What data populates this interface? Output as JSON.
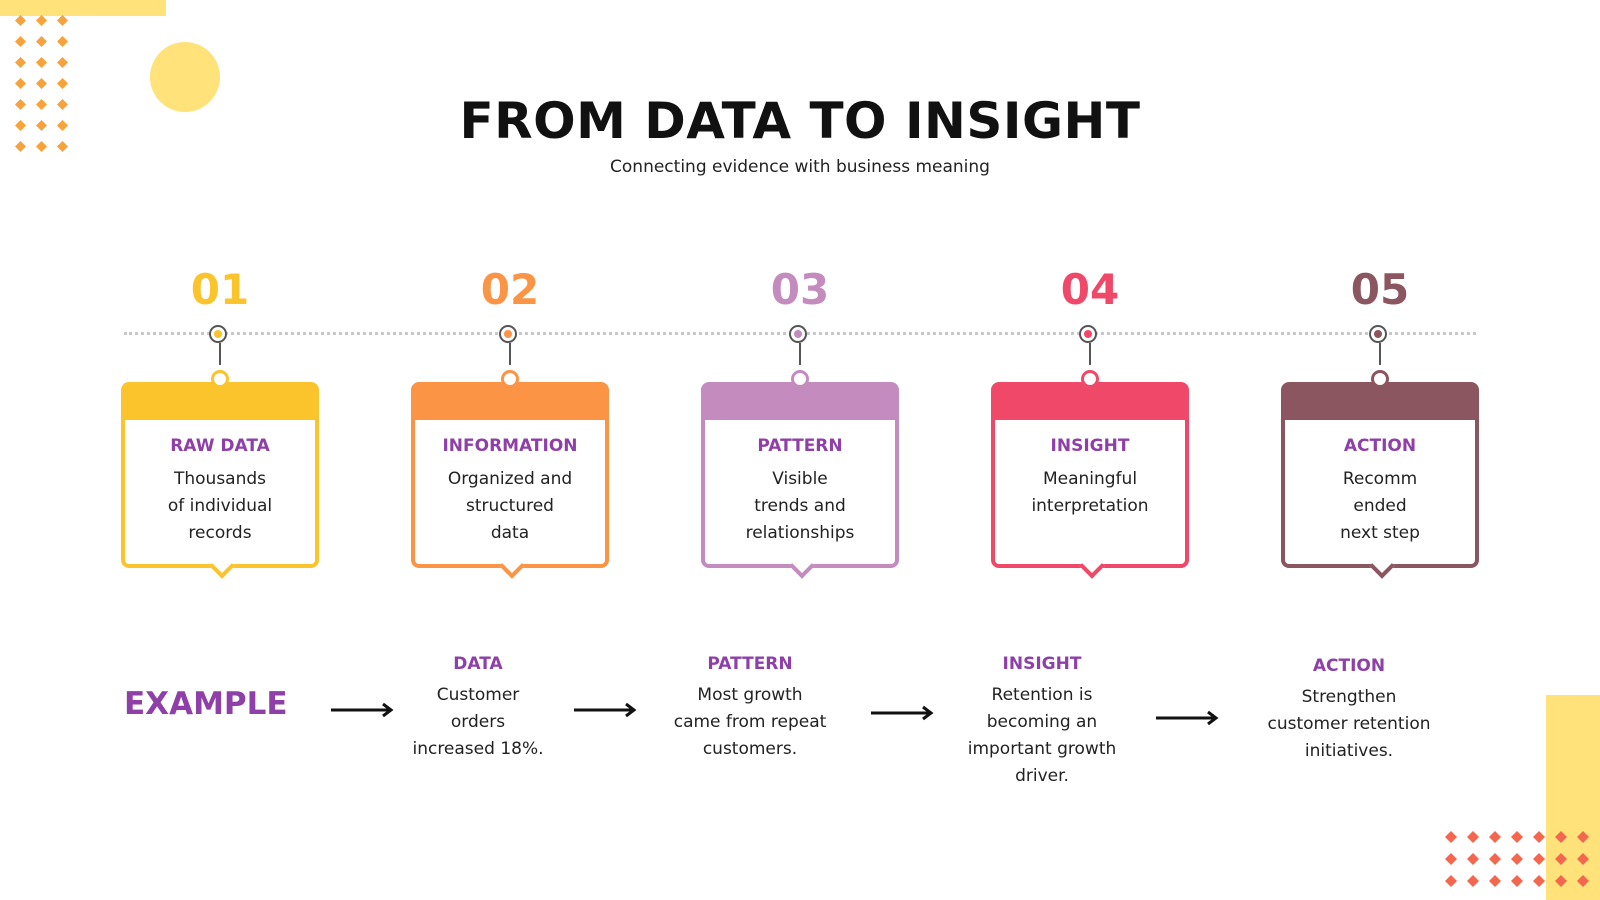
{
  "title": "FROM DATA TO INSIGHT",
  "subtitle": "Connecting evidence with business meaning",
  "colors": {
    "accent_purple": "#8E3FA8",
    "deco_yellow": "#FFE27A",
    "deco_orange": "#F7A23A",
    "deco_red": "#F4674E"
  },
  "steps": [
    {
      "number": "01",
      "label": "RAW DATA",
      "desc": [
        "Thousands",
        "of individual",
        "records"
      ],
      "color": "#FBC42D"
    },
    {
      "number": "02",
      "label": "INFORMATION",
      "desc": [
        "Organized and",
        "structured",
        "data"
      ],
      "color": "#FB9445"
    },
    {
      "number": "03",
      "label": "PATTERN",
      "desc": [
        "Visible",
        "trends and",
        "relationships"
      ],
      "color": "#C48BBF"
    },
    {
      "number": "04",
      "label": "INSIGHT",
      "desc": [
        "Meaningful",
        "interpretation"
      ],
      "color": "#F04868"
    },
    {
      "number": "05",
      "label": "ACTION",
      "desc": [
        "Recomm",
        "ended",
        "next step"
      ],
      "color": "#8C5660"
    }
  ],
  "example": {
    "heading": "EXAMPLE",
    "items": [
      {
        "label": "DATA",
        "text": [
          "Customer",
          "orders",
          "increased 18%."
        ]
      },
      {
        "label": "PATTERN",
        "text": [
          "Most growth",
          "came from repeat",
          "customers."
        ]
      },
      {
        "label": "INSIGHT",
        "text": [
          "Retention is",
          "becoming an",
          "important growth",
          "driver."
        ]
      },
      {
        "label": "ACTION",
        "text": [
          "Strengthen",
          "customer retention",
          "initiatives."
        ]
      }
    ]
  }
}
